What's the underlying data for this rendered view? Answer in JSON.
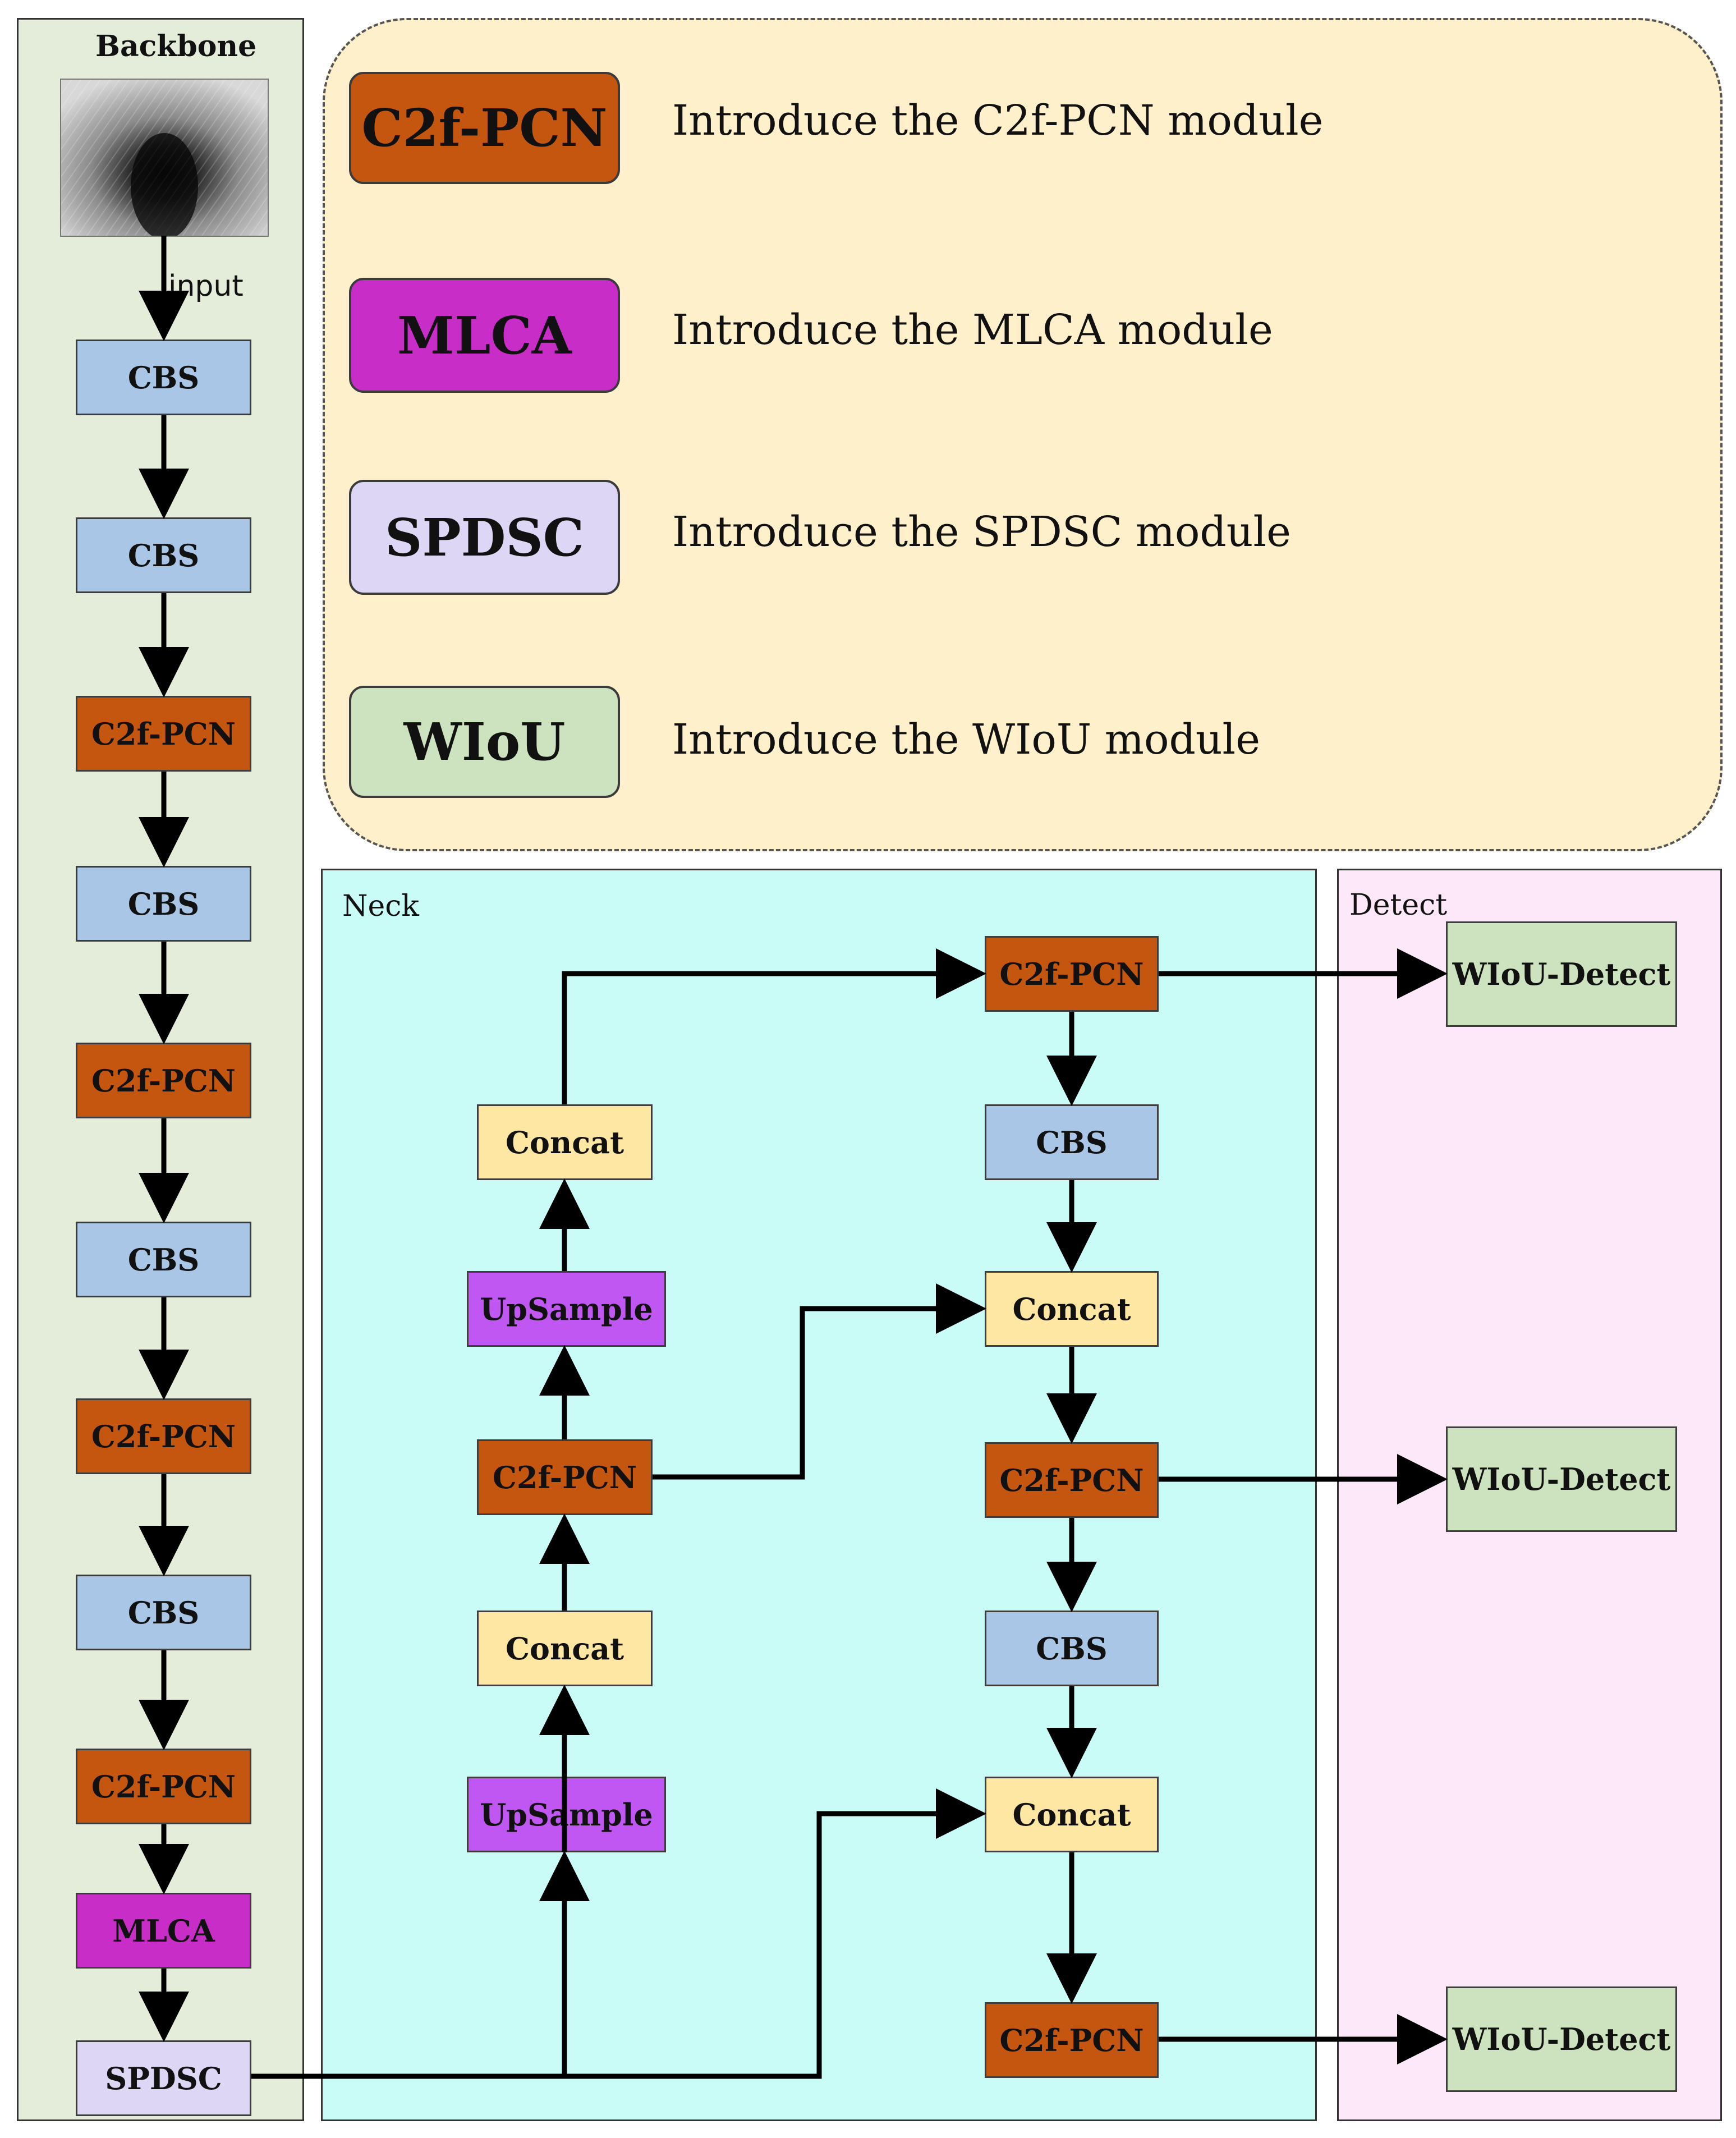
{
  "backbone": {
    "title": "Backbone",
    "input_label": "input",
    "blocks": [
      "CBS",
      "CBS",
      "C2f-PCN",
      "CBS",
      "C2f-PCN",
      "CBS",
      "C2f-PCN",
      "CBS",
      "C2f-PCN",
      "MLCA",
      "SPDSC"
    ]
  },
  "legend": {
    "items": [
      {
        "key": "C2f-PCN",
        "desc": "Introduce the C2f-PCN module",
        "color": "#c5560f"
      },
      {
        "key": "MLCA",
        "desc": "Introduce the MLCA module",
        "color": "#c92dc8"
      },
      {
        "key": "SPDSC",
        "desc": "Introduce the SPDSC module",
        "color": "#ddd6f4"
      },
      {
        "key": "WIoU",
        "desc": "Introduce the WIoU module",
        "color": "#cde2bf"
      }
    ]
  },
  "neck": {
    "title": "Neck",
    "left_column": [
      "UpSample",
      "Concat",
      "C2f-PCN",
      "UpSample",
      "Concat"
    ],
    "right_column": [
      "C2f-PCN",
      "CBS",
      "Concat",
      "C2f-PCN",
      "CBS",
      "Concat",
      "C2f-PCN"
    ]
  },
  "detect": {
    "title": "Detect",
    "heads": [
      "WIoU-Detect",
      "WIoU-Detect",
      "WIoU-Detect"
    ]
  },
  "colors": {
    "backbone_bg": "#e4edda",
    "legend_bg": "#fdf0cb",
    "neck_bg": "#c9fbf7",
    "detect_bg": "#fde8fa",
    "cbs": "#a9c6e6",
    "c2f_pcn": "#c5560f",
    "mlca": "#c92dc8",
    "spdsc": "#ddd6f4",
    "concat": "#fde7a3",
    "upsample": "#c157f3",
    "wiou": "#cde2bf"
  }
}
